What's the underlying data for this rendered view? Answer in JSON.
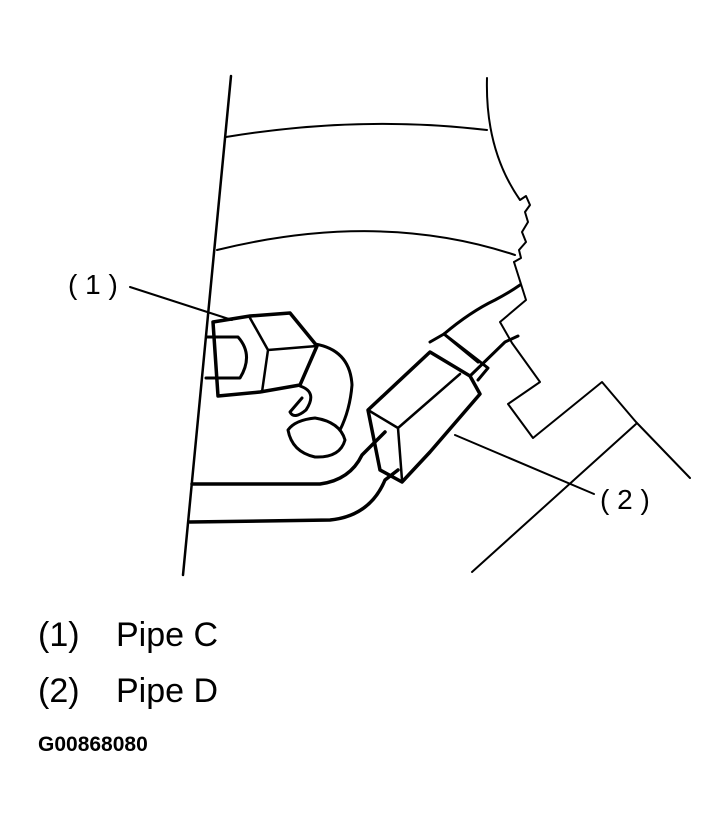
{
  "callouts": [
    {
      "id": "1",
      "label": "( 1 )"
    },
    {
      "id": "2",
      "label": "( 2 )"
    }
  ],
  "legend": [
    {
      "num": "(1)",
      "text": "Pipe C"
    },
    {
      "num": "(2)",
      "text": "Pipe D"
    }
  ],
  "figure_ref": "G00868080"
}
